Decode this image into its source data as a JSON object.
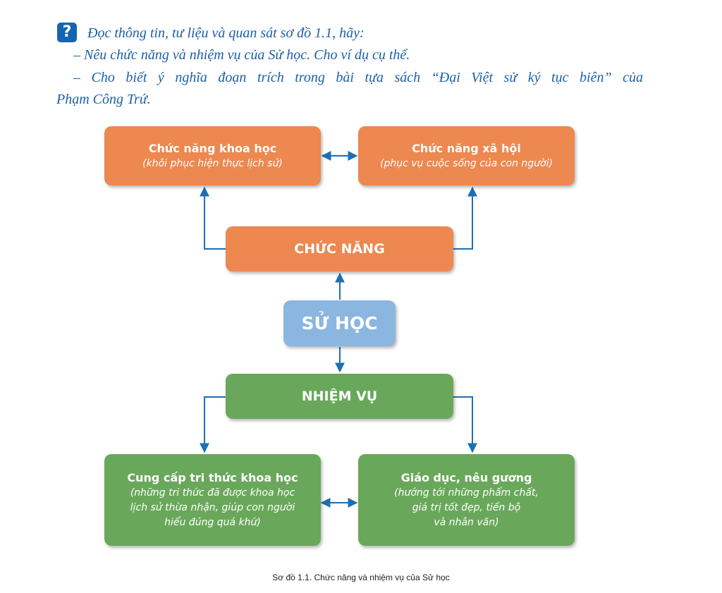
{
  "question": {
    "icon": "question-icon",
    "intro": "Đọc thông tin, tư liệu và quan sát sơ đồ 1.1, hãy:",
    "task1": "– Nêu chức năng và nhiệm vụ của Sử học. Cho ví dụ cụ thể.",
    "task2_line1": "– Cho biết ý nghĩa đoạn trích trong bài tựa sách “Đại Việt sử ký tục biên” của",
    "task2_line2": "Phạm Công Trứ."
  },
  "diagram": {
    "center": "SỬ HỌC",
    "functions": {
      "label": "CHỨC NĂNG",
      "science": {
        "title": "Chức năng khoa học",
        "desc": "(khôi phục hiện thực lịch sử)"
      },
      "social": {
        "title": "Chức năng xã hội",
        "desc": "(phục vụ cuộc sống của con người)"
      }
    },
    "tasks": {
      "label": "NHIỆM VỤ",
      "knowledge": {
        "title": "Cung cấp tri thức khoa học",
        "desc_lines": [
          "(những tri thức đã được khoa học",
          "lịch sử thừa nhận, giúp con người",
          "hiểu đúng quá khứ)"
        ]
      },
      "education": {
        "title": "Giáo dục, nêu gương",
        "desc_lines": [
          "(hướng tới những phẩm chất,",
          "giá trị tốt đẹp, tiến bộ",
          "và nhân văn)"
        ]
      }
    },
    "colors": {
      "orange": "#ec8850",
      "green": "#69a85a",
      "blue": "#8bb6e0",
      "arrow": "#1d6fb4"
    }
  },
  "caption": "Sơ đồ 1.1. Chức năng và nhiệm vụ của Sử học"
}
